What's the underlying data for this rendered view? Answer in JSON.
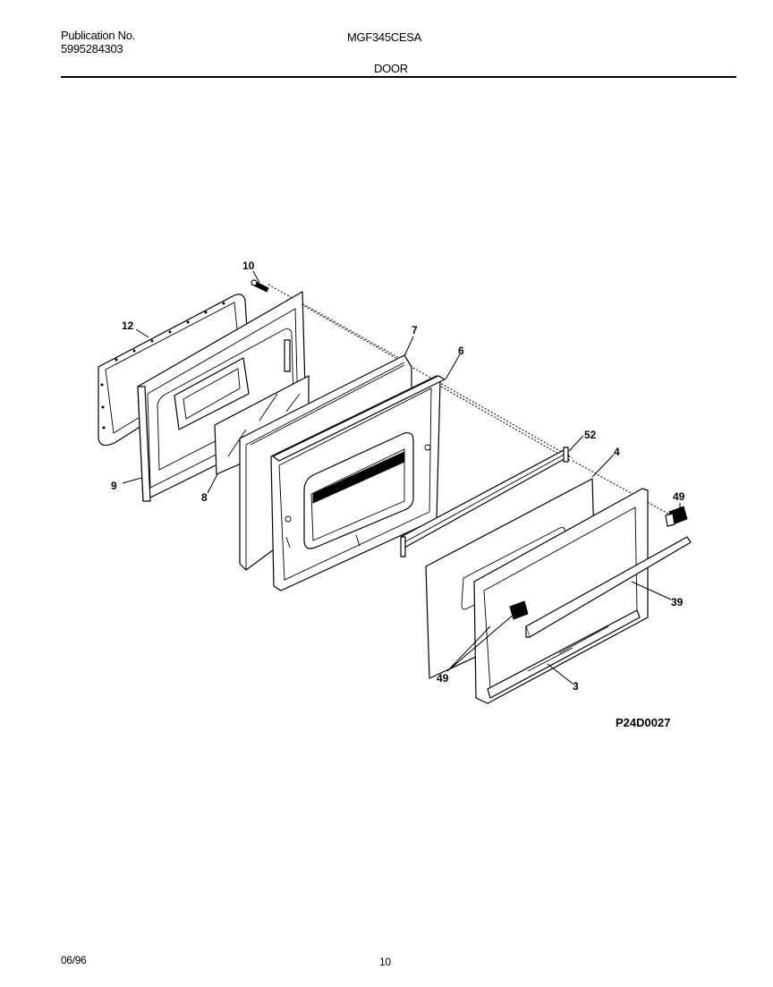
{
  "header": {
    "publication_label": "Publication No.",
    "publication_number": "5995284303",
    "model": "MGF345CESA",
    "section": "DOOR"
  },
  "diagram": {
    "reference_code": "P24D0027",
    "callouts": [
      {
        "id": "part-10",
        "label": "10"
      },
      {
        "id": "part-12",
        "label": "12"
      },
      {
        "id": "part-9",
        "label": "9"
      },
      {
        "id": "part-8",
        "label": "8"
      },
      {
        "id": "part-7",
        "label": "7"
      },
      {
        "id": "part-6",
        "label": "6"
      },
      {
        "id": "part-52",
        "label": "52"
      },
      {
        "id": "part-4",
        "label": "4"
      },
      {
        "id": "part-49-top",
        "label": "49"
      },
      {
        "id": "part-39",
        "label": "39"
      },
      {
        "id": "part-49-bottom",
        "label": "49"
      },
      {
        "id": "part-3",
        "label": "3"
      }
    ]
  },
  "footer": {
    "date": "06/96",
    "page_number": "10"
  }
}
